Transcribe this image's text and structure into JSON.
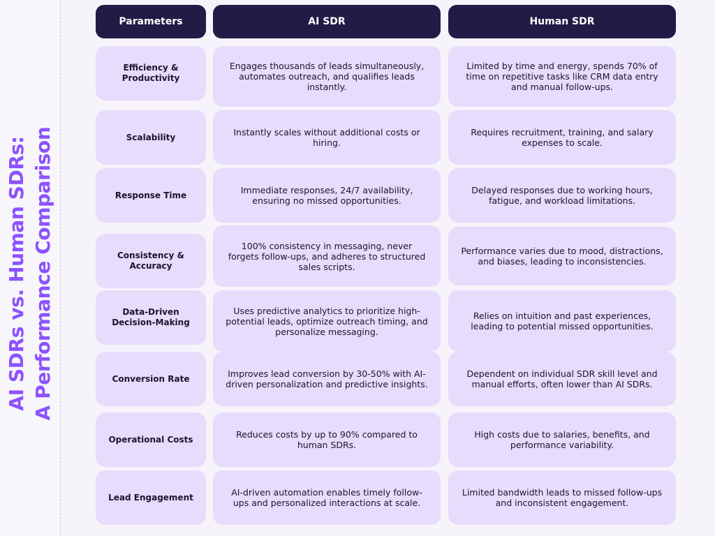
{
  "title": {
    "line1": "AI SDRs vs. Human SDRs:",
    "line2": "A Performance Comparison"
  },
  "headers": {
    "parameters": "Parameters",
    "ai": "AI SDR",
    "human": "Human SDR"
  },
  "rows": [
    {
      "parameter": "Efficiency & Productivity",
      "ai": "Engages thousands of leads simultaneously, automates outreach, and qualifies leads instantly.",
      "human": "Limited by time and energy, spends 70% of time on repetitive tasks like CRM data entry and manual follow-ups."
    },
    {
      "parameter": "Scalability",
      "ai": "Instantly scales without additional costs or hiring.",
      "human": "Requires recruitment, training, and salary expenses to scale."
    },
    {
      "parameter": "Response Time",
      "ai": "Immediate responses, 24/7 availability, ensuring no missed opportunities.",
      "human": "Delayed responses due to working hours, fatigue, and workload limitations."
    },
    {
      "parameter": "Consistency & Accuracy",
      "ai": "100% consistency in messaging, never forgets follow-ups, and adheres to structured sales scripts.",
      "human": "Performance varies due to mood, distractions, and biases, leading to inconsistencies."
    },
    {
      "parameter": "Data-Driven Decision-Making",
      "ai": "Uses predictive analytics to prioritize high-potential leads, optimize outreach timing, and personalize messaging.",
      "human": "Relies on intuition and past experiences, leading to potential missed opportunities."
    },
    {
      "parameter": "Conversion Rate",
      "ai": "Improves lead conversion by 30-50% with AI-driven personalization and predictive insights.",
      "human": "Dependent on individual SDR skill level and manual efforts, often lower than AI SDRs."
    },
    {
      "parameter": "Operational Costs",
      "ai": "Reduces costs by up to 90% compared to human SDRs.",
      "human": "High costs due to salaries, benefits, and performance variability."
    },
    {
      "parameter": "Lead Engagement",
      "ai": "AI-driven automation enables timely follow-ups and personalized interactions at scale.",
      "human": "Limited bandwidth leads to missed follow-ups and inconsistent engagement."
    }
  ],
  "colors": {
    "accent": "#8c52ff",
    "header_bg": "#231a45",
    "cell_bg": "#e6dcfb",
    "page_bg": "#f6f3fb"
  }
}
